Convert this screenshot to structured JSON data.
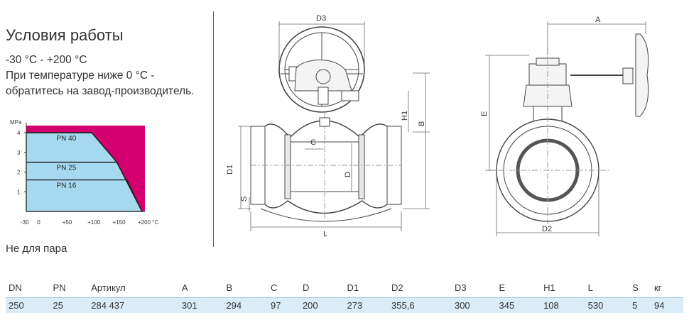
{
  "conditions": {
    "title": "Условия работы",
    "temperature": "-30 °C - +200 °C",
    "note_line1": "При температуре ниже 0 °C -",
    "note_line2": "обратитесь на завод-производитель."
  },
  "chart_data": {
    "type": "area",
    "ylabel": "MPa",
    "x_ticks": [
      "-30",
      "0",
      "+50",
      "+100",
      "+150",
      "+200 °C"
    ],
    "y_ticks": [
      "1",
      "2",
      "3",
      "4"
    ],
    "xlim": [
      -30,
      200
    ],
    "ylim": [
      0,
      4
    ],
    "series": [
      {
        "name": "PN 40",
        "x": [
          -30,
          100,
          150,
          200
        ],
        "y": [
          4.0,
          4.0,
          2.5,
          0
        ]
      },
      {
        "name": "PN 25",
        "x": [
          -30,
          150,
          200
        ],
        "y": [
          2.5,
          2.5,
          0
        ]
      },
      {
        "name": "PN 16",
        "x": [
          -30,
          170,
          200
        ],
        "y": [
          1.6,
          1.6,
          0
        ]
      }
    ],
    "colors": {
      "allowed": "#a6d9f0",
      "forbidden": "#d4006f"
    }
  },
  "not_for_steam": "Не для пара",
  "drawing": {
    "labels": {
      "D3": "D3",
      "A": "A",
      "H1": "H1",
      "B": "B",
      "C": "C",
      "D": "D",
      "D1": "D1",
      "S": "S",
      "L": "L",
      "E": "E",
      "D2": "D2"
    }
  },
  "table": {
    "headers": [
      "DN",
      "PN",
      "Артикул",
      "A",
      "B",
      "C",
      "D",
      "D1",
      "D2",
      "D3",
      "E",
      "H1",
      "L",
      "S",
      "кг"
    ],
    "rows": [
      [
        "250",
        "25",
        "284 437",
        "301",
        "294",
        "97",
        "200",
        "273",
        "355,6",
        "300",
        "345",
        "108",
        "530",
        "5",
        "94"
      ]
    ]
  }
}
